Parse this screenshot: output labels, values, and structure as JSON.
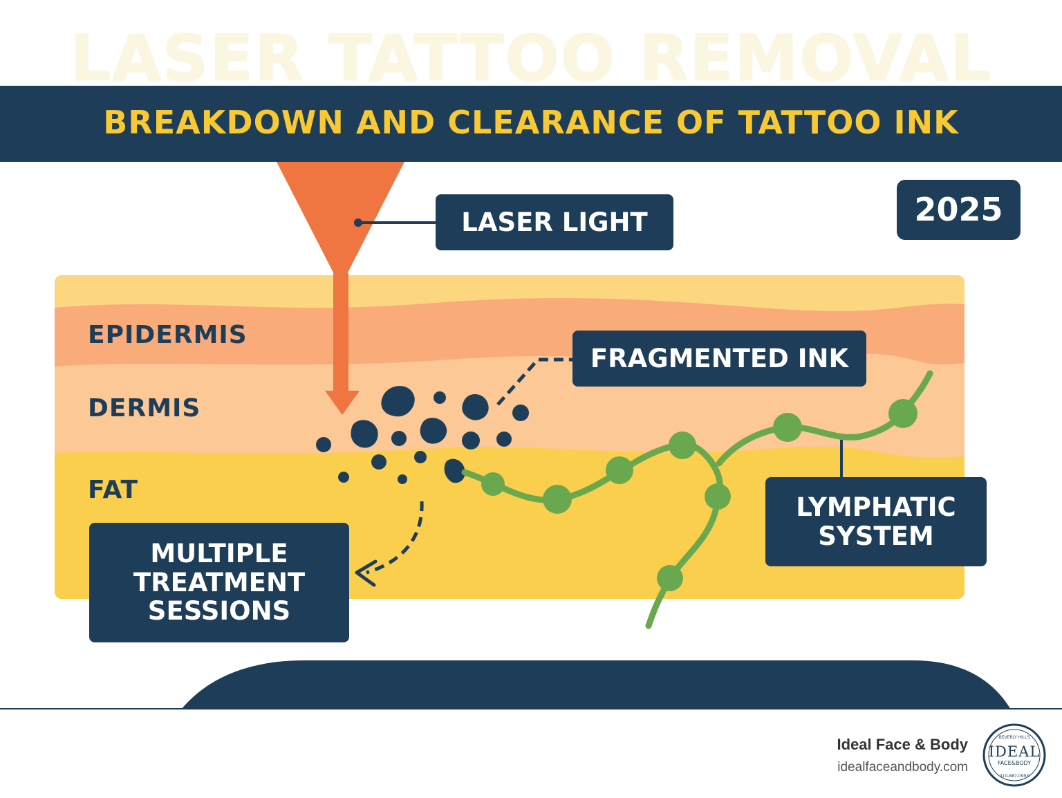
{
  "header": {
    "title": "LASER TATTOO REMOVAL",
    "subtitle": "BREAKDOWN AND CLEARANCE OF TATTOO INK"
  },
  "year": "2025",
  "labels": {
    "laser_light": "LASER LIGHT",
    "fragmented_ink": "FRAGMENTED INK",
    "lymphatic_line1": "LYMPHATIC",
    "lymphatic_line2": "SYSTEM",
    "sessions_line1": "MULTIPLE",
    "sessions_line2": "TREATMENT",
    "sessions_line3": "SESSIONS"
  },
  "layers": {
    "epidermis": "EPIDERMIS",
    "dermis": "DERMIS",
    "fat": "FAT"
  },
  "footer": {
    "brand_name": "Ideal Face & Body",
    "brand_url": "idealfaceandbody.com",
    "logo_word": "IDEAL",
    "logo_sub": "FACE&BODY",
    "logo_top": "BEVERLY HILLS",
    "logo_bottom": "310-887-0993"
  },
  "colors": {
    "navy": "#1e3d58",
    "accent_yellow": "#f9c933",
    "laser_orange": "#ef7640",
    "epidermis": "#f9ab7a",
    "dermis": "#fbc896",
    "fat": "#fbcf4e",
    "lymph_green": "#6aa84f"
  }
}
